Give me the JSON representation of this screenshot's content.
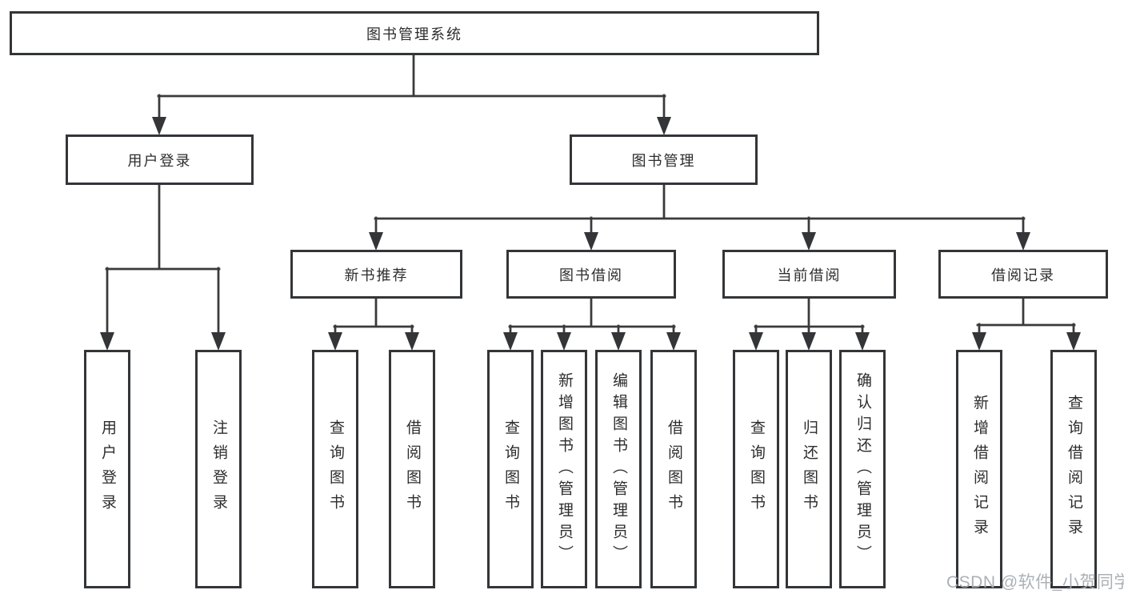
{
  "colors": {
    "background": "#ffffff",
    "box_border": "#333538",
    "line": "#3a3a3a",
    "text": "#2d2d2d",
    "watermark": "#a7adb4"
  },
  "diagram_type": "hierarchy-tree",
  "tree": {
    "root": {
      "label": "图书管理系统",
      "children": [
        {
          "label": "用户登录",
          "children": [
            {
              "label": "用户登录"
            },
            {
              "label": "注销登录"
            }
          ]
        },
        {
          "label": "图书管理",
          "children": [
            {
              "label": "新书推荐",
              "children": [
                {
                  "label": "查询图书"
                },
                {
                  "label": "借阅图书"
                }
              ]
            },
            {
              "label": "图书借阅",
              "children": [
                {
                  "label": "查询图书"
                },
                {
                  "label": "新增图书（管理员）"
                },
                {
                  "label": "编辑图书（管理员）"
                },
                {
                  "label": "借阅图书"
                }
              ]
            },
            {
              "label": "当前借阅",
              "children": [
                {
                  "label": "查询图书"
                },
                {
                  "label": "归还图书"
                },
                {
                  "label": "确认归还（管理员）"
                }
              ]
            },
            {
              "label": "借阅记录",
              "children": [
                {
                  "label": "新增借阅记录"
                },
                {
                  "label": "查询借阅记录"
                }
              ]
            }
          ]
        }
      ]
    }
  },
  "watermark": {
    "text": "CSDN @软件_小贺同学"
  }
}
